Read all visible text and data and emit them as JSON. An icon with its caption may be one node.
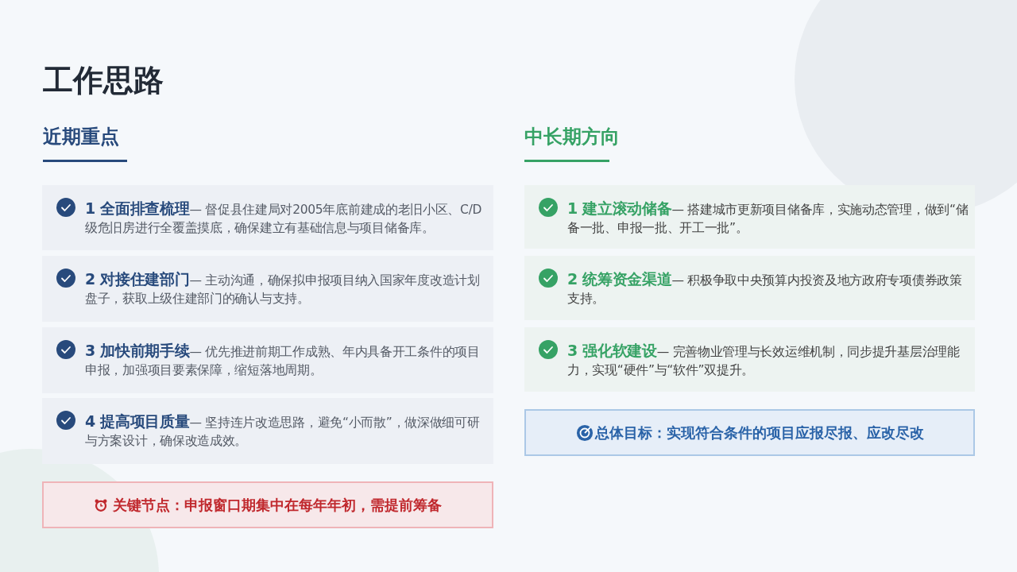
{
  "diagram": {
    "title": "工作思路",
    "nodes": [
      {
        "text": [
          "**1 全面排查梳理**— 督促县住建局对2005年底前建成的老旧小区、C/D级危旧房进行全覆盖摸底，确保建立有基础信息与项目储备库。"
        ]
      },
      {
        "text": [
          "**2 对接住建部门**— 主动沟通，确保拟申报项目纳入国家年度改造计划盘子，获取上级住建部门的确认与支持。"
        ]
      },
      {
        "text": [
          "**3 加快前期手续**— 优先推进前期工作成熟、年内具备开工条件的项目申报，加强项目要素保障，缩短落地周期。"
        ]
      },
      {
        "text": [
          "**4 提高项目质量**— 坚持连片改造思路，避免“小而散”，做深做细可研与方案设计，确保改造成效。"
        ]
      },
      {
        "text": [
          "关键节点：申报窗口期集中在每年年初，需提前筹备"
        ]
      },
      {
        "text": [
          "**1 建立滚动储备**— 搭建城市更新项目储备库，实施动态管理，做到“储备一批、申报一批、开工一批”。"
        ]
      },
      {
        "text": [
          "**2 统筹资金渠道**— 积极争取中央预算内投资及地方政府专项债券政策支持。"
        ]
      },
      {
        "text": [
          "**3 强化软建设**— 完善物业管理与长效运维机制，同步提升基层治理能力，实现“硬件”与“软件”双提升。"
        ]
      },
      {
        "text": [
          "总体目标：实现符合条件的项目应报尽报、应改尽改"
        ]
      }
    ],
    "labels": [
      "近期重点",
      "中长期方向"
    ]
  }
}
